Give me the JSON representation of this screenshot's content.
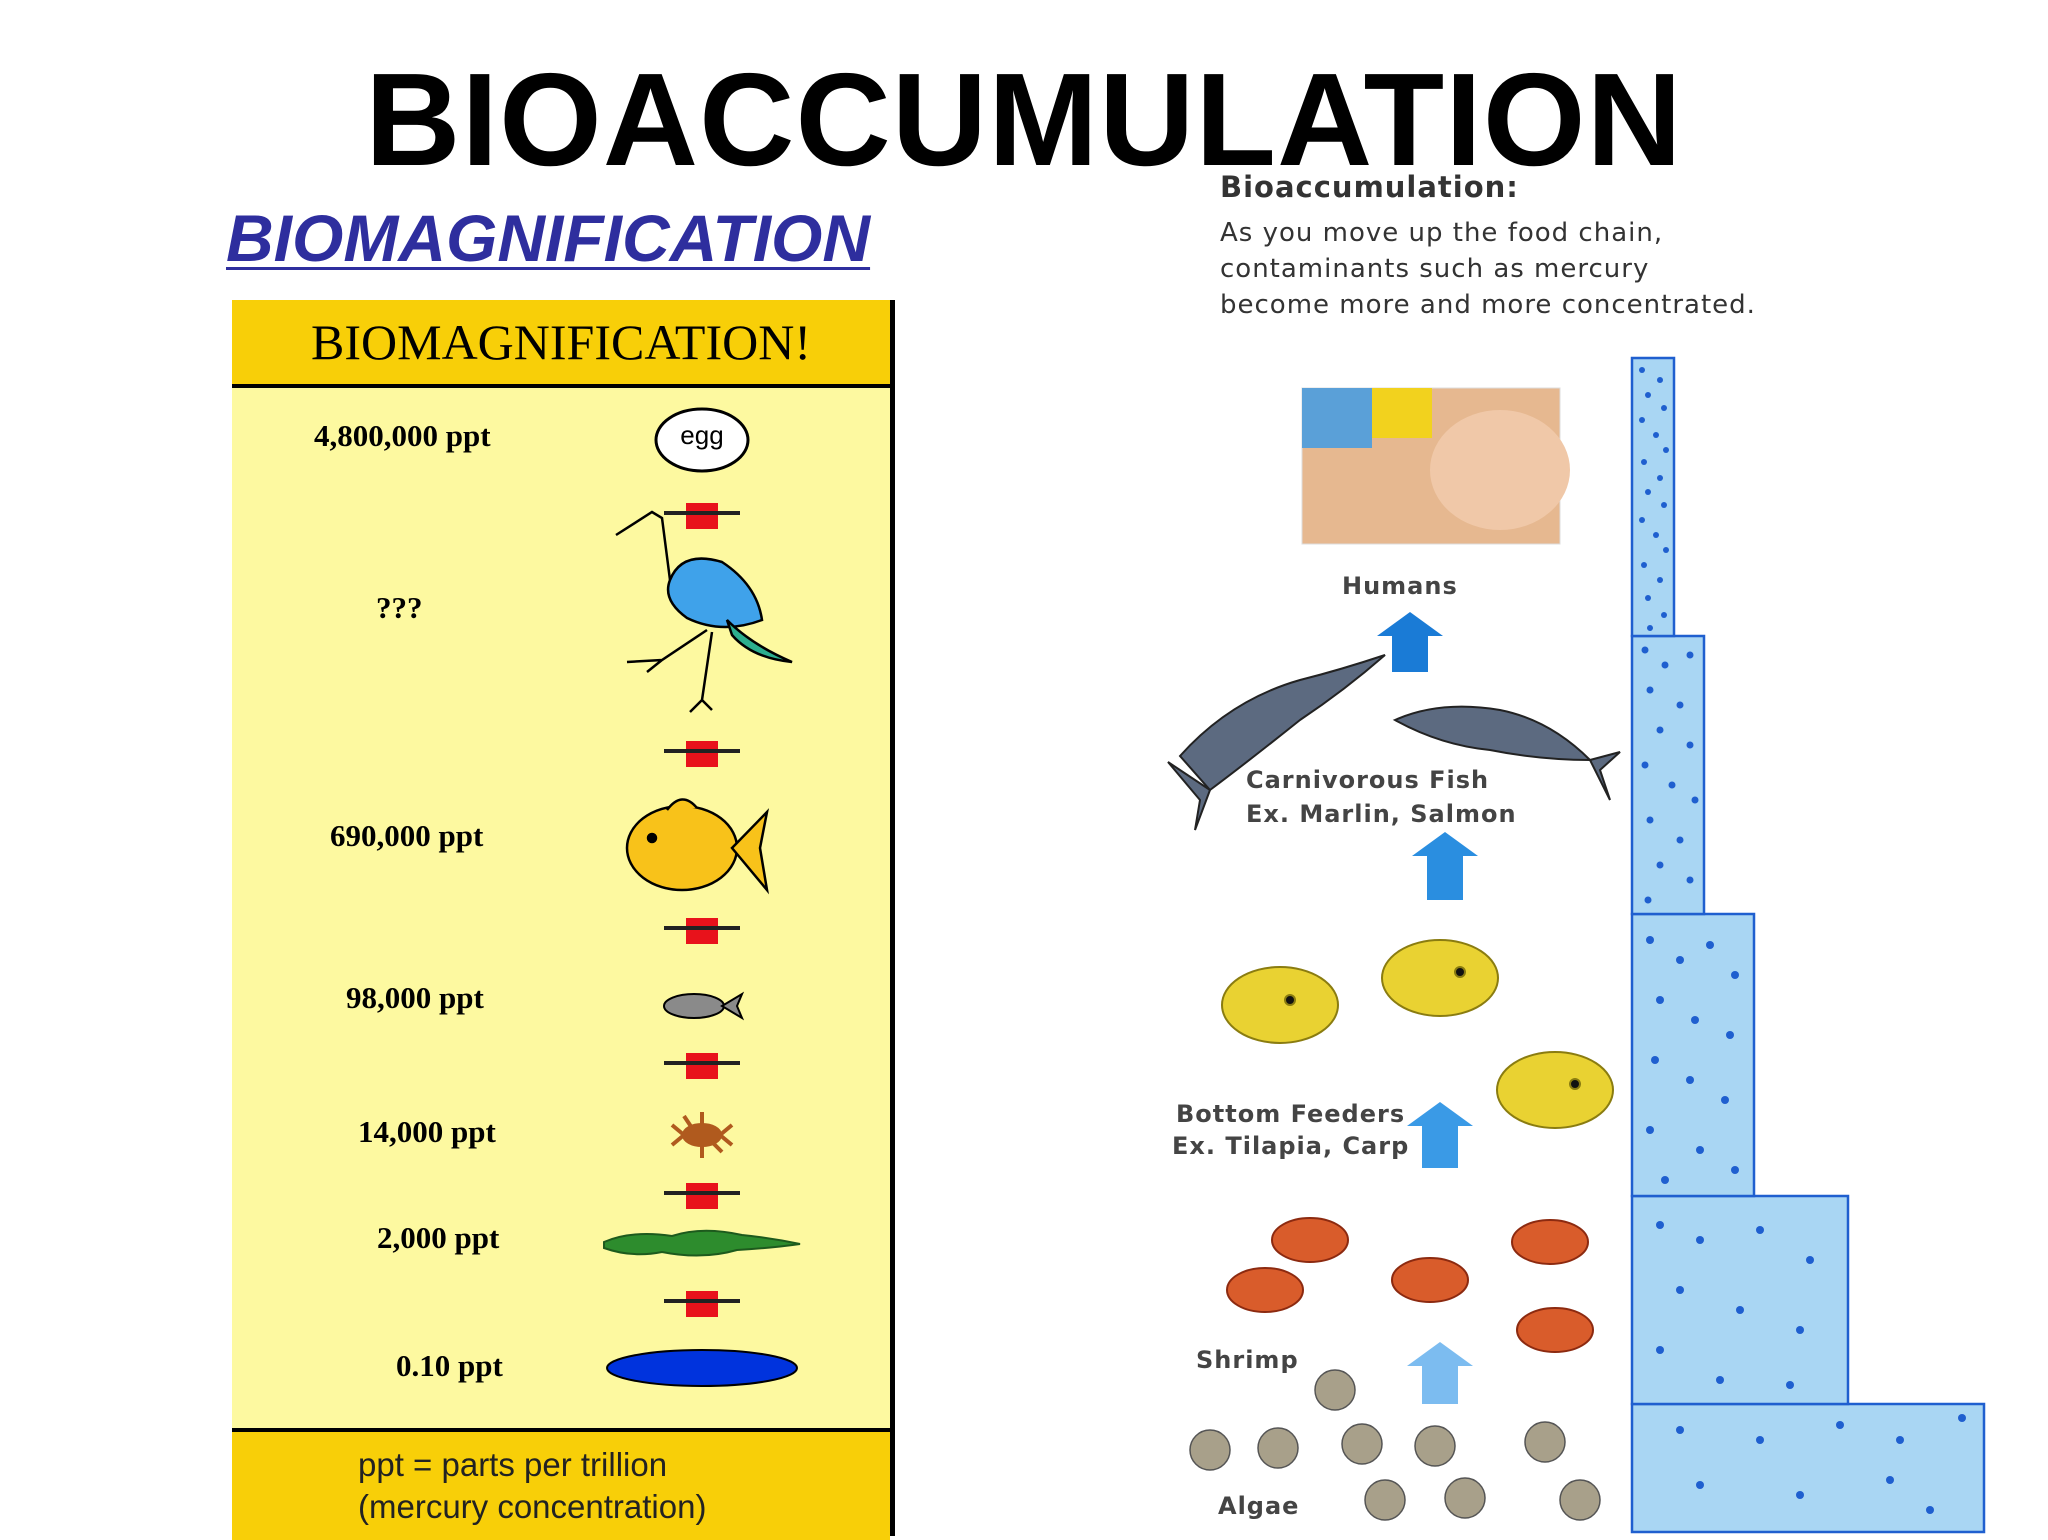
{
  "title": "BIOACCUMULATION",
  "subtitle": "BIOMAGNIFICATION",
  "left_panel": {
    "header": "BIOMAGNIFICATION!",
    "levels": [
      {
        "concentration": "4,800,000 ppt",
        "organism": "egg-icon",
        "egg_label": "egg"
      },
      {
        "concentration": "???",
        "organism": "heron-icon"
      },
      {
        "concentration": "690,000 ppt",
        "organism": "large-fish-icon"
      },
      {
        "concentration": "98,000 ppt",
        "organism": "small-fish-icon"
      },
      {
        "concentration": "14,000 ppt",
        "organism": "zooplankton-icon"
      },
      {
        "concentration": "2,000 ppt",
        "organism": "algae-icon"
      },
      {
        "concentration": "0.10 ppt",
        "organism": "water-icon"
      }
    ],
    "footer_line1": "ppt = parts per trillion",
    "footer_line2": "(mercury concentration)"
  },
  "right_panel": {
    "heading": "Bioaccumulation:",
    "description_lines": [
      "As you move up the food chain,",
      "contaminants such as mercury",
      "become more and more concentrated."
    ],
    "levels": [
      {
        "label": "Humans"
      },
      {
        "label": "Carnivorous Fish",
        "example": "Ex. Marlin, Salmon"
      },
      {
        "label": "Bottom Feeders",
        "example": "Ex. Tilapia, Carp"
      },
      {
        "label": "Shrimp"
      },
      {
        "label": "Algae"
      }
    ]
  },
  "colors": {
    "title": "#000000",
    "subtitle": "#2e2e9e",
    "panel_bg": "#fdf9a0",
    "panel_header": "#f8cf08",
    "arrow_red": "#e8121b",
    "arrow_blue": "#1a7bd6",
    "column_fill": "#a9d6f3",
    "dot_blue": "#1f5fcf"
  }
}
